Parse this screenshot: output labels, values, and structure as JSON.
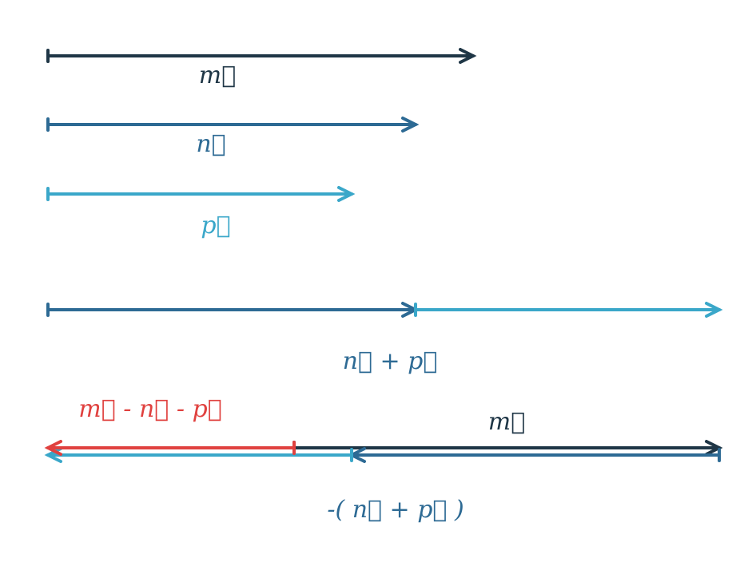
{
  "colors": {
    "m": "#1f3646",
    "n": "#2d6a94",
    "p": "#3aa7c9",
    "result": "#e0413f"
  },
  "labels": {
    "m": "m⃗",
    "n": "n⃗",
    "p": "p⃗",
    "n_plus_p": "n⃗ + p⃗",
    "m_minus_n_minus_p": "m⃗ - n⃗ - p⃗",
    "m_bottom": "m⃗",
    "neg_n_plus_p": "-( n⃗ + p⃗ )"
  },
  "vectors": {
    "m_length": 532,
    "n_length": 460,
    "p_length": 380
  }
}
